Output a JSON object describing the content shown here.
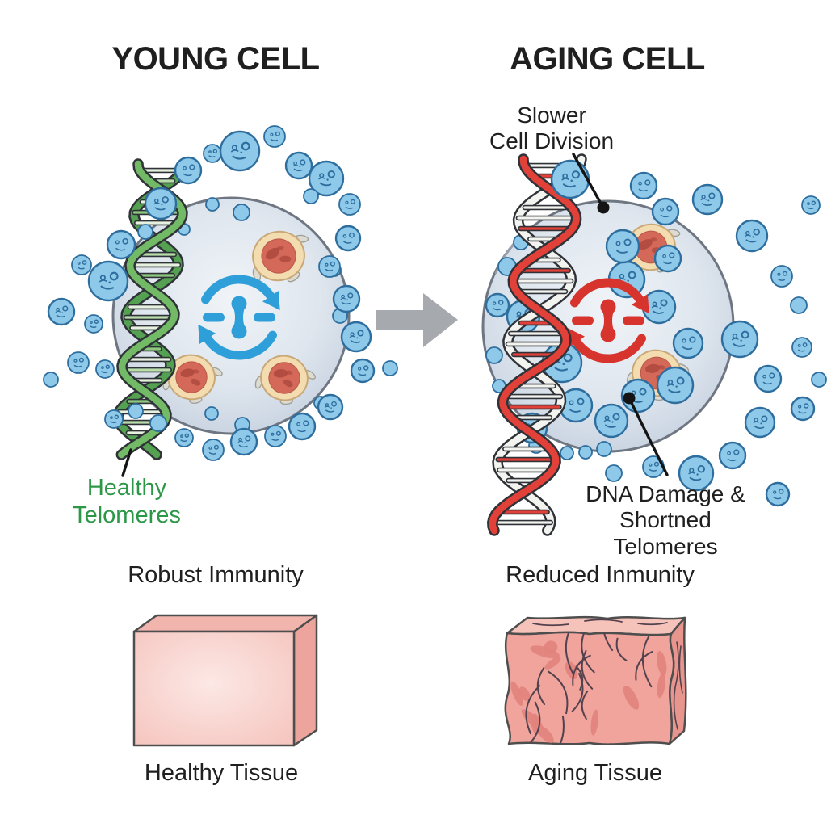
{
  "young": {
    "title": "YOUNG CELL",
    "telomeres_label": "Healthy\nTelomeres",
    "immunity_label": "Robust Immunity",
    "tissue_label": "Healthy Tissue"
  },
  "aging": {
    "title": "AGING CELL",
    "division_label": "Slower\nCell Division",
    "damage_label": "DNA Damage &\nShortned\nTelomeres",
    "immunity_label": "Reduced Inmunity",
    "tissue_label": "Aging Tissue"
  },
  "colors": {
    "healthy_telomeres_text": "#2c9747",
    "label_text": "#1f1f1f",
    "cycle_blue": "#2e9fd8",
    "cycle_red": "#d8342e",
    "dna_green": "#72ba66",
    "dna_red": "#e2413a",
    "cell_membrane": "#6e7682",
    "cell_fill": "#dfe6ee",
    "vesicle_blue": "#8ec9ea",
    "vesicle_outline": "#2e6e9e",
    "organelle_cream": "#f3dcb0",
    "organelle_red": "#d4695a",
    "transition_arrow": "#a6a9ad",
    "healthy_tissue": "#f6c6c0",
    "aging_tissue": "#f0a49c"
  },
  "icons": {
    "young_dna": "dna-helix-green-icon",
    "aging_dna": "dna-helix-red-icon",
    "young_cycle": "cell-cycle-blue-icon",
    "aging_cycle": "cell-cycle-red-icon",
    "transition": "arrow-right-icon"
  }
}
